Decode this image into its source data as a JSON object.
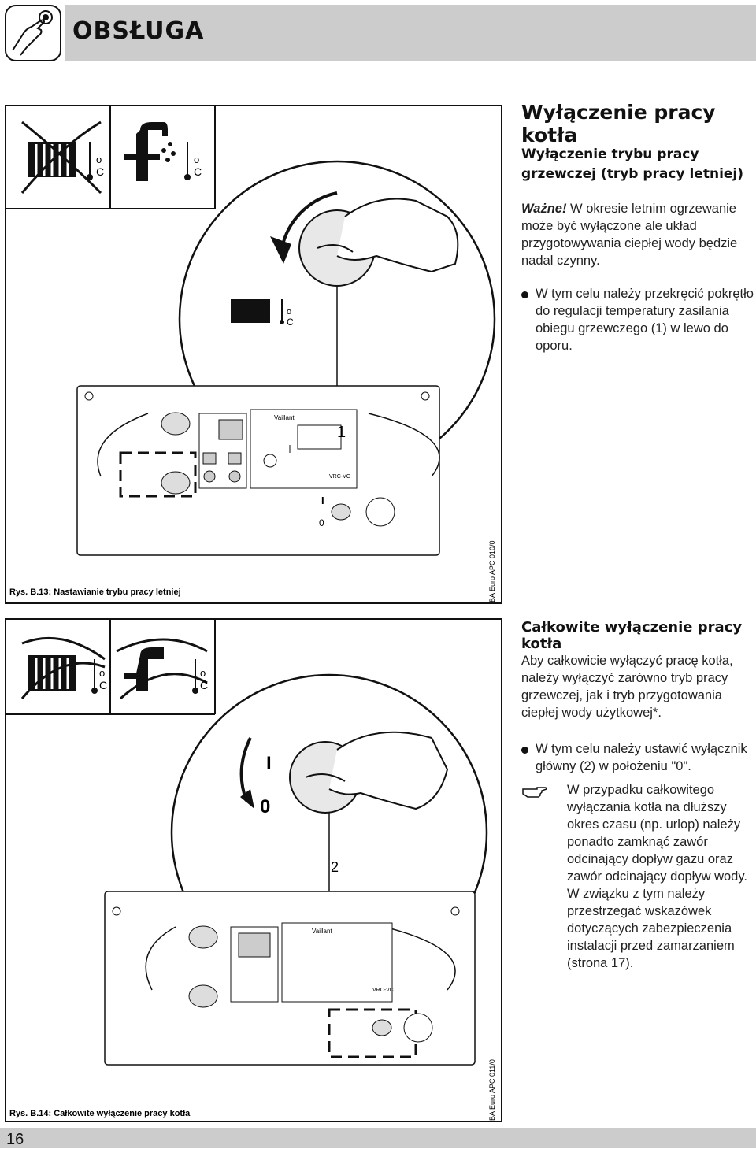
{
  "header": {
    "title": "OBSŁUGA",
    "icon": "hand-pressing-button-icon"
  },
  "section1": {
    "title": "Wyłączenie pracy kotła",
    "subtitle": "Wyłączenie trybu pracy grzewczej (tryb pracy letniej)",
    "important_label": "Ważne!",
    "important_text": "W okresie letnim ogrzewanie może być wyłączone ale układ przygotowywania ciepłej wody będzie nadal czynny.",
    "bullet_lines": [
      "W tym celu należy przekręcić pokrętło",
      "do regulacji temperatury zasilania",
      "obiegu grzewczego (1) w lewo do",
      "oporu."
    ]
  },
  "figure1": {
    "caption": "Rys. B.13: Nastawianie trybu pracy letniej",
    "code": "BA Euro APC 010/0",
    "callout": "1",
    "unit_symbol": "°C",
    "panel_brand": "Vaillant",
    "panel_model": "VRC-VC",
    "switch_on": "I",
    "switch_off": "0"
  },
  "section2": {
    "title": "Całkowite wyłączenie pracy kotła",
    "intro_lines": [
      "Aby całkowicie wyłączyć pracę kotła,",
      "należy wyłączyć zarówno tryb pracy",
      "grzewczej, jak i tryb przygotowania",
      "ciepłej wody użytkowej*."
    ],
    "bullet_lines": [
      "W tym celu należy ustawić wyłącznik",
      "główny (2) w położeniu \"0\"."
    ],
    "note_lines": [
      "W przypadku całkowitego",
      "wyłączania kotła na dłuższy",
      "okres czasu (np. urlop) należy",
      "ponadto zamknąć zawór",
      "odcinający dopływ gazu oraz",
      "zawór odcinający dopływ wody.",
      "W związku z tym należy",
      "przestrzegać wskazówek",
      "dotyczących zabezpieczenia",
      "instalacji przed zamarzaniem",
      "(strona 17)."
    ],
    "note_icon": "pointing-hand-icon"
  },
  "figure2": {
    "caption": "Rys. B.14: Całkowite wyłączenie pracy kotła",
    "code": "BA Euro APC 011/0",
    "callout": "2",
    "switch_on": "I",
    "switch_off": "0",
    "panel_brand": "Vaillant",
    "panel_model": "VRC-VC"
  },
  "footer": {
    "page_number": "16"
  }
}
